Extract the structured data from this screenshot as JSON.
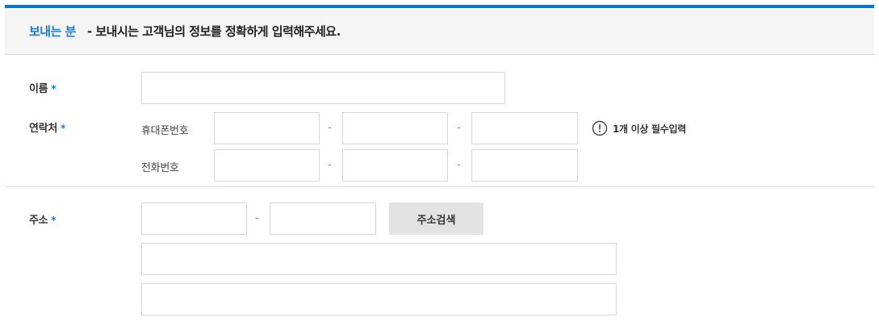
{
  "header": {
    "title": "보내는 분",
    "description": "- 보내시는 고객님의 정보를 정확하게 입력해주세요.",
    "accent_color": "#0a75c9"
  },
  "fields": {
    "name": {
      "label": "이름",
      "required_mark": "*"
    },
    "contact": {
      "label": "연락처",
      "required_mark": "*",
      "mobile_label": "휴대폰번호",
      "phone_label": "전화번호",
      "separator": "-",
      "notice": "1개 이상 필수입력",
      "notice_icon": "exclamation-circle-icon"
    },
    "address": {
      "label": "주소",
      "required_mark": "*",
      "separator": "-",
      "search_button": "주소검색"
    }
  }
}
